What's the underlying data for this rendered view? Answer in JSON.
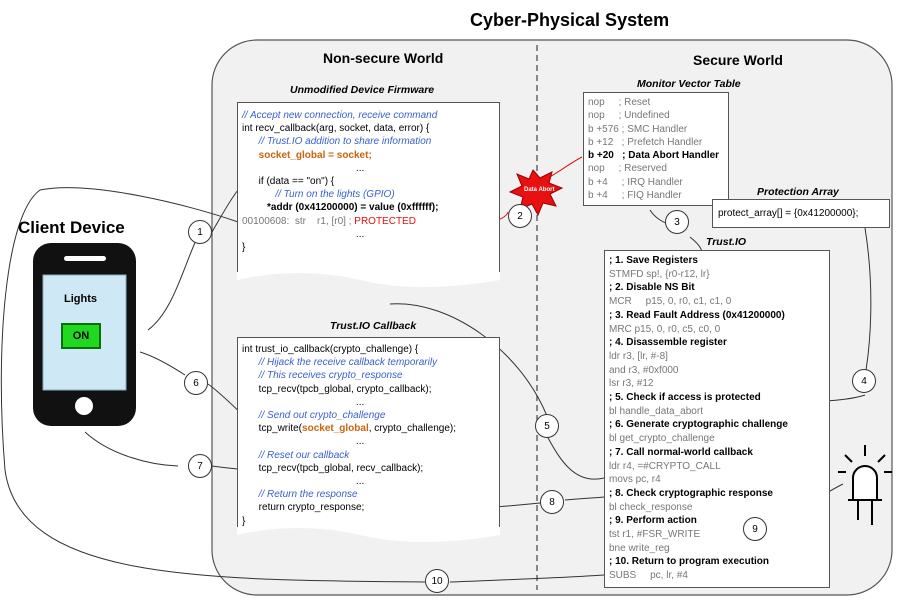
{
  "title": "Cyber-Physical System",
  "nonsecure_world": "Non-secure World",
  "secure_world": "Secure World",
  "client_device": {
    "title": "Client Device",
    "screen_label": "Lights",
    "button_label": "ON"
  },
  "firmware": {
    "caption": "Unmodified Device Firmware",
    "lines": [
      "// Accept new connection, receive command",
      "int recv_callback(arg, socket, data, error) {",
      "// Trust.IO addition to share information",
      "socket_global = socket;",
      "...",
      "if (data == \"on\") {",
      "// Turn on the lights (GPIO)",
      "*addr (0x41200000) = value (0xffffff);",
      "00100608:  str    r1, [r0] ; PROTECTED",
      "...",
      "}"
    ]
  },
  "callback": {
    "caption": "Trust.IO Callback",
    "lines": [
      "int trust_io_callback(crypto_challenge) {",
      "// Hijack the receive callback temporarily",
      "// This receives crypto_response",
      "tcp_recv(tpcb_global, crypto_callback);",
      "...",
      "// Send out crypto_challenge",
      "tcp_write(socket_global, crypto_challenge);",
      "...",
      "// Reset our callback",
      "tcp_recv(tpcb_global, recv_callback);",
      "...",
      "// Return the response",
      "return crypto_response;",
      "}"
    ]
  },
  "monitor": {
    "caption": "Monitor Vector Table",
    "lines": [
      "nop     ; Reset",
      "nop     ; Undefined",
      "b +576 ; SMC Handler",
      "b +12   ; Prefetch Handler",
      "b +20   ; Data Abort Handler",
      "nop     ; Reserved",
      "b +4     ; IRQ Handler",
      "b +4     ; FIQ Handler"
    ]
  },
  "protection": {
    "caption": "Protection Array",
    "code": "protect_array[] = {0x41200000};"
  },
  "trustio": {
    "caption": "Trust.IO",
    "lines": [
      "; 1. Save Registers",
      "STMFD sp!, {r0-r12, lr}",
      "; 2. Disable NS Bit",
      "MCR     p15, 0, r0, c1, c1, 0",
      "; 3. Read Fault Address (0x41200000)",
      "MRC p15, 0, r0, c5, c0, 0",
      "; 4. Disassemble register",
      "ldr r3, [lr, #-8]",
      "and r3, #0xf000",
      "lsr r3, #12",
      "; 5. Check if access is protected",
      "bl handle_data_abort",
      "; 6. Generate cryptographic challenge",
      "bl get_crypto_challenge",
      "; 7. Call normal-world callback",
      "ldr r4, =#CRYPTO_CALL",
      "movs pc, r4",
      "; 8. Check cryptographic response",
      "bl check_response",
      "; 9. Perform action",
      "tst r1, #FSR_WRITE",
      "bne write_reg",
      "; 10. Return to program execution",
      "SUBS     pc, lr, #4"
    ]
  },
  "data_abort_label": "Data Abort",
  "steps": [
    "1",
    "2",
    "3",
    "4",
    "5",
    "6",
    "7",
    "8",
    "9",
    "10"
  ],
  "colors": {
    "comment": "#3a5fcd",
    "highlight": "#c8650e",
    "protected": "#e01010",
    "on_button": "#1fd81f",
    "starburst": "#e81010"
  }
}
